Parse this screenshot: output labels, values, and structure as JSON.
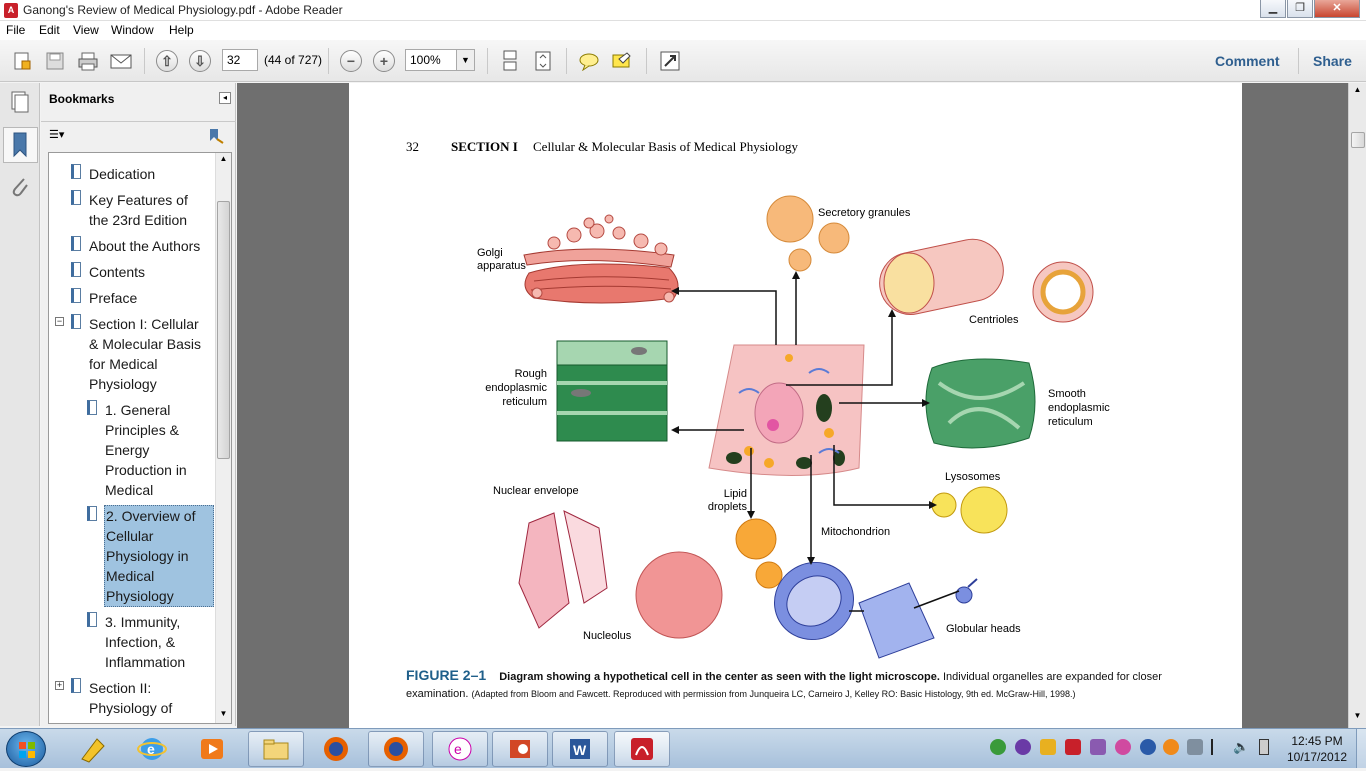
{
  "window": {
    "title": "Ganong's Review of Medical Physiology.pdf - Adobe Reader"
  },
  "menu": [
    "File",
    "Edit",
    "View",
    "Window",
    "Help"
  ],
  "toolbar": {
    "page_value": "32",
    "page_count": "(44 of 727)",
    "zoom_value": "100%",
    "comment_label": "Comment",
    "share_label": "Share"
  },
  "bookmarks": {
    "title": "Bookmarks",
    "items": [
      {
        "label": "Dedication"
      },
      {
        "label": "Key Features of the 23rd Edition"
      },
      {
        "label": "About the Authors"
      },
      {
        "label": "Contents"
      },
      {
        "label": "Preface"
      },
      {
        "label": "Section I: Cellular & Molecular Basis for Medical Physiology"
      },
      {
        "label": "1. General Principles & Energy Production in Medical"
      },
      {
        "label": "2. Overview of Cellular Physiology in Medical Physiology"
      },
      {
        "label": "3. Immunity, Infection, & Inflammation"
      },
      {
        "label": "Section II: Physiology of"
      }
    ]
  },
  "document": {
    "page_number": "32",
    "section_label": "SECTION I",
    "section_title": "Cellular & Molecular Basis of Medical Physiology",
    "figure": {
      "labels": {
        "golgi": "Golgi apparatus",
        "secretory": "Secretory granules",
        "centrioles": "Centrioles",
        "rough_er": "Rough endoplasmic reticulum",
        "smooth_er": "Smooth endoplasmic reticulum",
        "lysosomes": "Lysosomes",
        "nuclear_envelope": "Nuclear envelope",
        "lipid": "Lipid droplets",
        "mitochondrion": "Mitochondrion",
        "nucleolus": "Nucleolus",
        "globular": "Globular heads"
      },
      "caption_label": "FIGURE 2–1",
      "caption_bold": "Diagram showing a hypothetical cell in the center as seen with the light microscope.",
      "caption_text": "Individual organelles are expanded for closer examination.",
      "caption_credit": "(Adapted from Bloom and Fawcett. Reproduced with permission from Junqueira LC, Carneiro J, Kelley RO: Basic Histology, 9th ed. McGraw-Hill, 1998.)"
    }
  },
  "taskbar": {
    "clock_time": "12:45 PM",
    "clock_date": "10/17/2012"
  }
}
